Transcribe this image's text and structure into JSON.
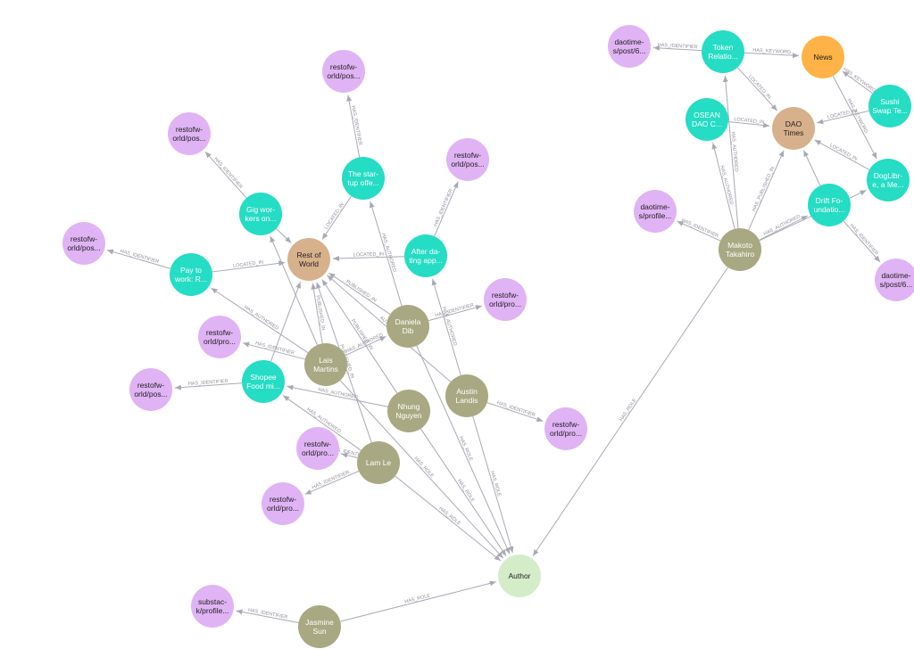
{
  "graph": {
    "colors": {
      "Identifier": "#e0b3f5",
      "Article": "#25dcc4",
      "Person": "#a8a882",
      "Publication": "#d7b08c",
      "Keyword": "#ffb347",
      "Role": "#d5ecc8",
      "edge": "#a9a9b5",
      "selected_ring": "#62a8e8"
    },
    "nodes": [
      {
        "id": "id1",
        "type": "Identifier",
        "lines": [
          "restofw-",
          "orld/pos..."
        ]
      },
      {
        "id": "id2",
        "type": "Identifier",
        "lines": [
          "restofw-",
          "orld/pos..."
        ]
      },
      {
        "id": "id3",
        "type": "Identifier",
        "lines": [
          "restofw-",
          "orld/pos..."
        ]
      },
      {
        "id": "id4",
        "type": "Identifier",
        "lines": [
          "restofw-",
          "orld/pos..."
        ]
      },
      {
        "id": "id5",
        "type": "Identifier",
        "lines": [
          "restofw-",
          "orld/pro..."
        ]
      },
      {
        "id": "id6",
        "type": "Identifier",
        "lines": [
          "restofw-",
          "orld/pro..."
        ]
      },
      {
        "id": "id7",
        "type": "Identifier",
        "lines": [
          "restofw-",
          "orld/pos..."
        ]
      },
      {
        "id": "id8",
        "type": "Identifier",
        "lines": [
          "restofw-",
          "orld/pro..."
        ]
      },
      {
        "id": "id9",
        "type": "Identifier",
        "lines": [
          "restofw-",
          "orld/pro..."
        ]
      },
      {
        "id": "id10",
        "type": "Identifier",
        "lines": [
          "restofw-",
          "orld/pro..."
        ]
      },
      {
        "id": "id11",
        "type": "Identifier",
        "lines": [
          "daotime-",
          "s/post/6..."
        ]
      },
      {
        "id": "id12",
        "type": "Identifier",
        "lines": [
          "daotime-",
          "s/profile..."
        ]
      },
      {
        "id": "id13",
        "type": "Identifier",
        "lines": [
          "daotime-",
          "s/post/6..."
        ]
      },
      {
        "id": "id14",
        "type": "Identifier",
        "lines": [
          "substac-",
          "k/profile..."
        ]
      },
      {
        "id": "art1",
        "type": "Article",
        "lines": [
          "The star-",
          "tup offe..."
        ]
      },
      {
        "id": "art2",
        "type": "Article",
        "lines": [
          "Gig wor-",
          "kers on..."
        ]
      },
      {
        "id": "art3",
        "type": "Article",
        "lines": [
          "Pay to",
          "work: R..."
        ]
      },
      {
        "id": "art4",
        "type": "Article",
        "lines": [
          "After da-",
          "ting app..."
        ]
      },
      {
        "id": "art5",
        "type": "Article",
        "lines": [
          "Shopee",
          "Food mi..."
        ]
      },
      {
        "id": "art6",
        "type": "Article",
        "lines": [
          "Token",
          "Relatio..."
        ]
      },
      {
        "id": "art7",
        "type": "Article",
        "lines": [
          "OSEAN",
          "DAO C..."
        ]
      },
      {
        "id": "art8",
        "type": "Article",
        "lines": [
          "Sushi",
          "Swap Te..."
        ]
      },
      {
        "id": "art9",
        "type": "Article",
        "lines": [
          "DogLibr-",
          "e, a Me..."
        ]
      },
      {
        "id": "art10",
        "type": "Article",
        "lines": [
          "Drift Fo-",
          "undatio..."
        ]
      },
      {
        "id": "pub1",
        "type": "Publication",
        "lines": [
          "Rest of",
          "World"
        ],
        "selected": true
      },
      {
        "id": "pub2",
        "type": "Publication",
        "lines": [
          "DAO",
          "Times"
        ]
      },
      {
        "id": "kw1",
        "type": "Keyword",
        "lines": [
          "News"
        ]
      },
      {
        "id": "p1",
        "type": "Person",
        "lines": [
          "Daniela",
          "Dib"
        ]
      },
      {
        "id": "p2",
        "type": "Person",
        "lines": [
          "Lais",
          "Martins"
        ]
      },
      {
        "id": "p3",
        "type": "Person",
        "lines": [
          "Austin",
          "Landis"
        ]
      },
      {
        "id": "p4",
        "type": "Person",
        "lines": [
          "Nhung",
          "Nguyen"
        ]
      },
      {
        "id": "p5",
        "type": "Person",
        "lines": [
          "Lam Le"
        ]
      },
      {
        "id": "p6",
        "type": "Person",
        "lines": [
          "Makoto",
          "Takahiro"
        ]
      },
      {
        "id": "p7",
        "type": "Person",
        "lines": [
          "Jasmine",
          "Sun"
        ]
      },
      {
        "id": "role1",
        "type": "Role",
        "lines": [
          "Author"
        ]
      }
    ],
    "edges": [
      {
        "from": "art1",
        "to": "id1",
        "label": "HAS_IDENTIFIER"
      },
      {
        "from": "art2",
        "to": "id2",
        "label": "HAS_IDENTIFIER"
      },
      {
        "from": "art3",
        "to": "id3",
        "label": "HAS_IDENTIFIER"
      },
      {
        "from": "art4",
        "to": "id4",
        "label": "HAS_IDENTIFIER"
      },
      {
        "from": "p2",
        "to": "id5",
        "label": "HAS_IDENTIFIER"
      },
      {
        "from": "p1",
        "to": "id6",
        "label": "HAS_IDENTIFIER"
      },
      {
        "from": "art5",
        "to": "id7",
        "label": "HAS_IDENTIFIER"
      },
      {
        "from": "p3",
        "to": "id8",
        "label": "HAS_IDENTIFIER"
      },
      {
        "from": "p5",
        "to": "id9",
        "label": "HAS_IDENTIFIER"
      },
      {
        "from": "p5",
        "to": "id10",
        "label": "HAS_IDENTIFIER"
      },
      {
        "from": "art6",
        "to": "id11",
        "label": "HAS_IDENTIFIER"
      },
      {
        "from": "p6",
        "to": "id12",
        "label": "HAS_IDENTIFIER"
      },
      {
        "from": "art10",
        "to": "id13",
        "label": "HAS_IDENTIFIER"
      },
      {
        "from": "p7",
        "to": "id14",
        "label": "HAS_IDENTIFIER"
      },
      {
        "from": "art1",
        "to": "pub1",
        "label": "LOCATED_IN"
      },
      {
        "from": "art3",
        "to": "pub1",
        "label": "LOCATED_IN"
      },
      {
        "from": "art4",
        "to": "pub1",
        "label": "LOCATED_IN"
      },
      {
        "from": "art2",
        "to": "pub1",
        "label": ""
      },
      {
        "from": "art5",
        "to": "pub1",
        "label": ""
      },
      {
        "from": "p1",
        "to": "pub1",
        "label": "PUBLISHED_IN"
      },
      {
        "from": "p2",
        "to": "pub1",
        "label": "PUBLISHED_IN"
      },
      {
        "from": "p4",
        "to": "pub1",
        "label": "PUBLISHED_IN"
      },
      {
        "from": "p5",
        "to": "pub1",
        "label": "PUBLISHED_IN"
      },
      {
        "from": "p3",
        "to": "pub1",
        "label": "AUTHORED"
      },
      {
        "from": "p1",
        "to": "art1",
        "label": "HAS_AUTHORED"
      },
      {
        "from": "p3",
        "to": "art4",
        "label": "HAS_AUTHORED"
      },
      {
        "from": "p2",
        "to": "art3",
        "label": "HAS_AUTHORED"
      },
      {
        "from": "p2",
        "to": "art2",
        "label": ""
      },
      {
        "from": "p4",
        "to": "art5",
        "label": "HAS_AUTHORED"
      },
      {
        "from": "p5",
        "to": "art5",
        "label": "HAS_AUTHORED"
      },
      {
        "from": "p2",
        "to": "p1",
        "label": "HAS_AUTHORED"
      },
      {
        "from": "p1",
        "to": "role1",
        "label": "HAS_ROLE"
      },
      {
        "from": "p2",
        "to": "role1",
        "label": "HAS_ROLE"
      },
      {
        "from": "p3",
        "to": "role1",
        "label": "HAS_ROLE"
      },
      {
        "from": "p4",
        "to": "role1",
        "label": "HAS_ROLE"
      },
      {
        "from": "p5",
        "to": "role1",
        "label": "HAS_ROLE"
      },
      {
        "from": "p6",
        "to": "role1",
        "label": "HAS_ROLE"
      },
      {
        "from": "p7",
        "to": "role1",
        "label": "HAS_ROLE"
      },
      {
        "from": "art6",
        "to": "kw1",
        "label": "HAS_KEYWORD"
      },
      {
        "from": "art8",
        "to": "kw1",
        "label": "HAS_KEYWORD"
      },
      {
        "from": "art7",
        "to": "pub2",
        "label": "LOCATED_IN"
      },
      {
        "from": "art6",
        "to": "pub2",
        "label": "LOCATED_IN"
      },
      {
        "from": "art8",
        "to": "pub2",
        "label": "LOCATED_IN"
      },
      {
        "from": "art9",
        "to": "pub2",
        "label": "LOCATED_IN"
      },
      {
        "from": "art10",
        "to": "pub2",
        "label": ""
      },
      {
        "from": "kw1",
        "to": "art9",
        "label": "HAS_KEYWORD"
      },
      {
        "from": "p6",
        "to": "pub2",
        "label": "HAS_PUBLISHED_IN"
      },
      {
        "from": "p6",
        "to": "art7",
        "label": "HAS_AUTHORED"
      },
      {
        "from": "p6",
        "to": "art6",
        "label": "HAS_AUTHORED"
      },
      {
        "from": "p6",
        "to": "art10",
        "label": "HAS_AUTHORED"
      },
      {
        "from": "p6",
        "to": "art9",
        "label": ""
      }
    ]
  }
}
